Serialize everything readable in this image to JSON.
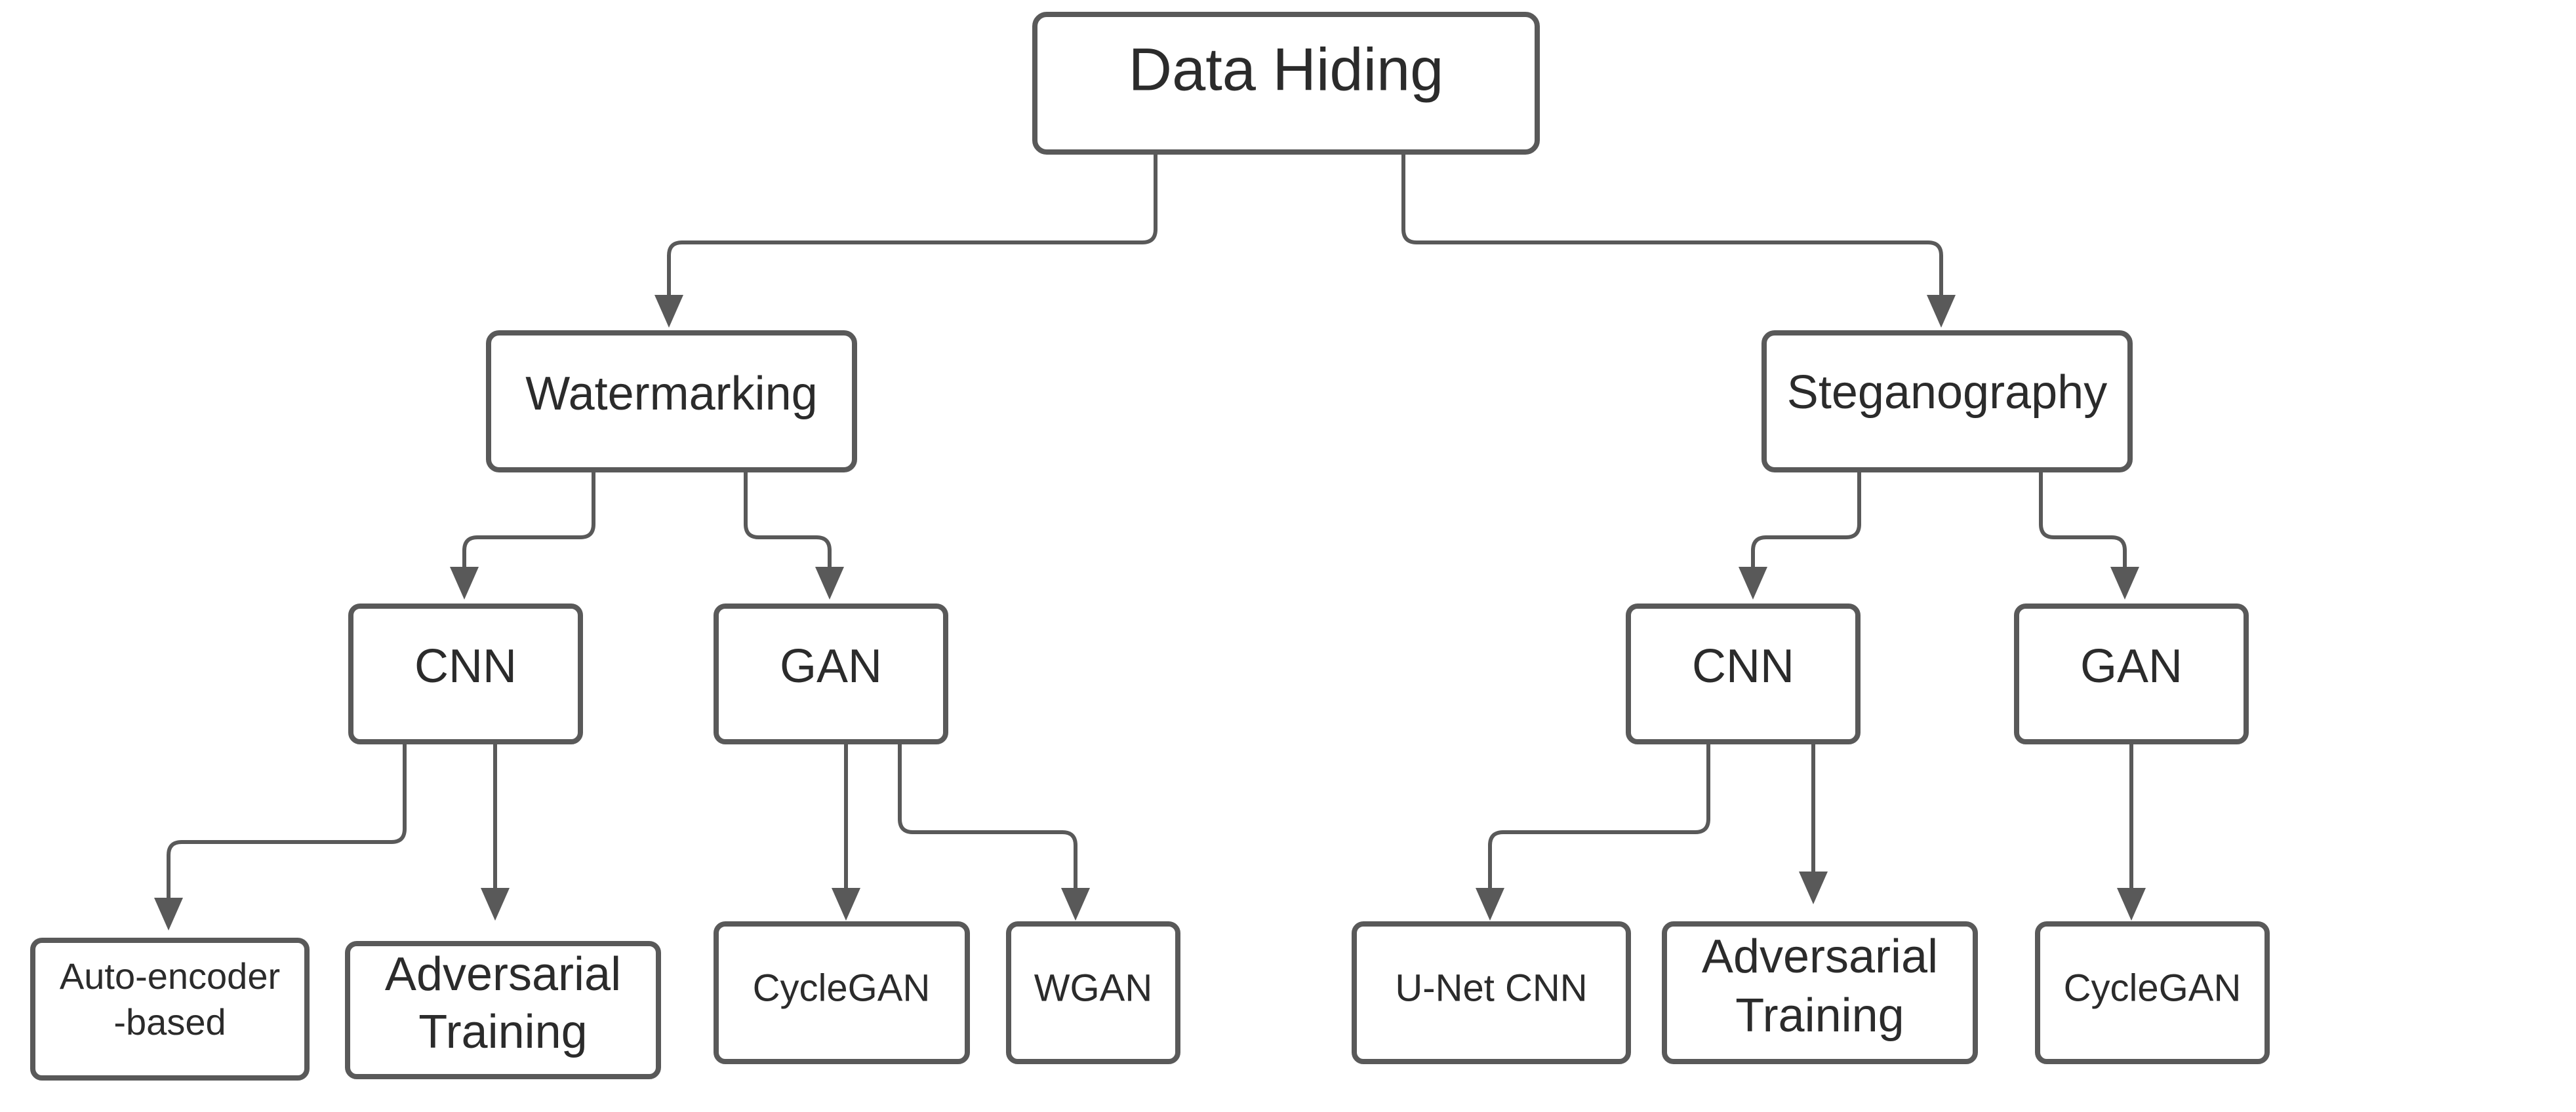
{
  "diagram": {
    "root": {
      "label": "Data Hiding"
    },
    "watermarking": {
      "label": "Watermarking",
      "cnn": {
        "label": "CNN",
        "children": [
          {
            "line1": "Auto-encoder",
            "line2": "-based"
          },
          {
            "line1": "Adversarial",
            "line2": "Training"
          }
        ]
      },
      "gan": {
        "label": "GAN",
        "children": [
          {
            "label": "CycleGAN"
          },
          {
            "label": "WGAN"
          }
        ]
      }
    },
    "steganography": {
      "label": "Steganography",
      "cnn": {
        "label": "CNN",
        "children": [
          {
            "label": "U-Net CNN"
          },
          {
            "line1": "Adversarial",
            "line2": "Training"
          }
        ]
      },
      "gan": {
        "label": "GAN",
        "children": [
          {
            "label": "CycleGAN"
          }
        ]
      }
    }
  },
  "colors": {
    "stroke": "#595959",
    "text": "#2b2b2b",
    "background": "#ffffff"
  }
}
